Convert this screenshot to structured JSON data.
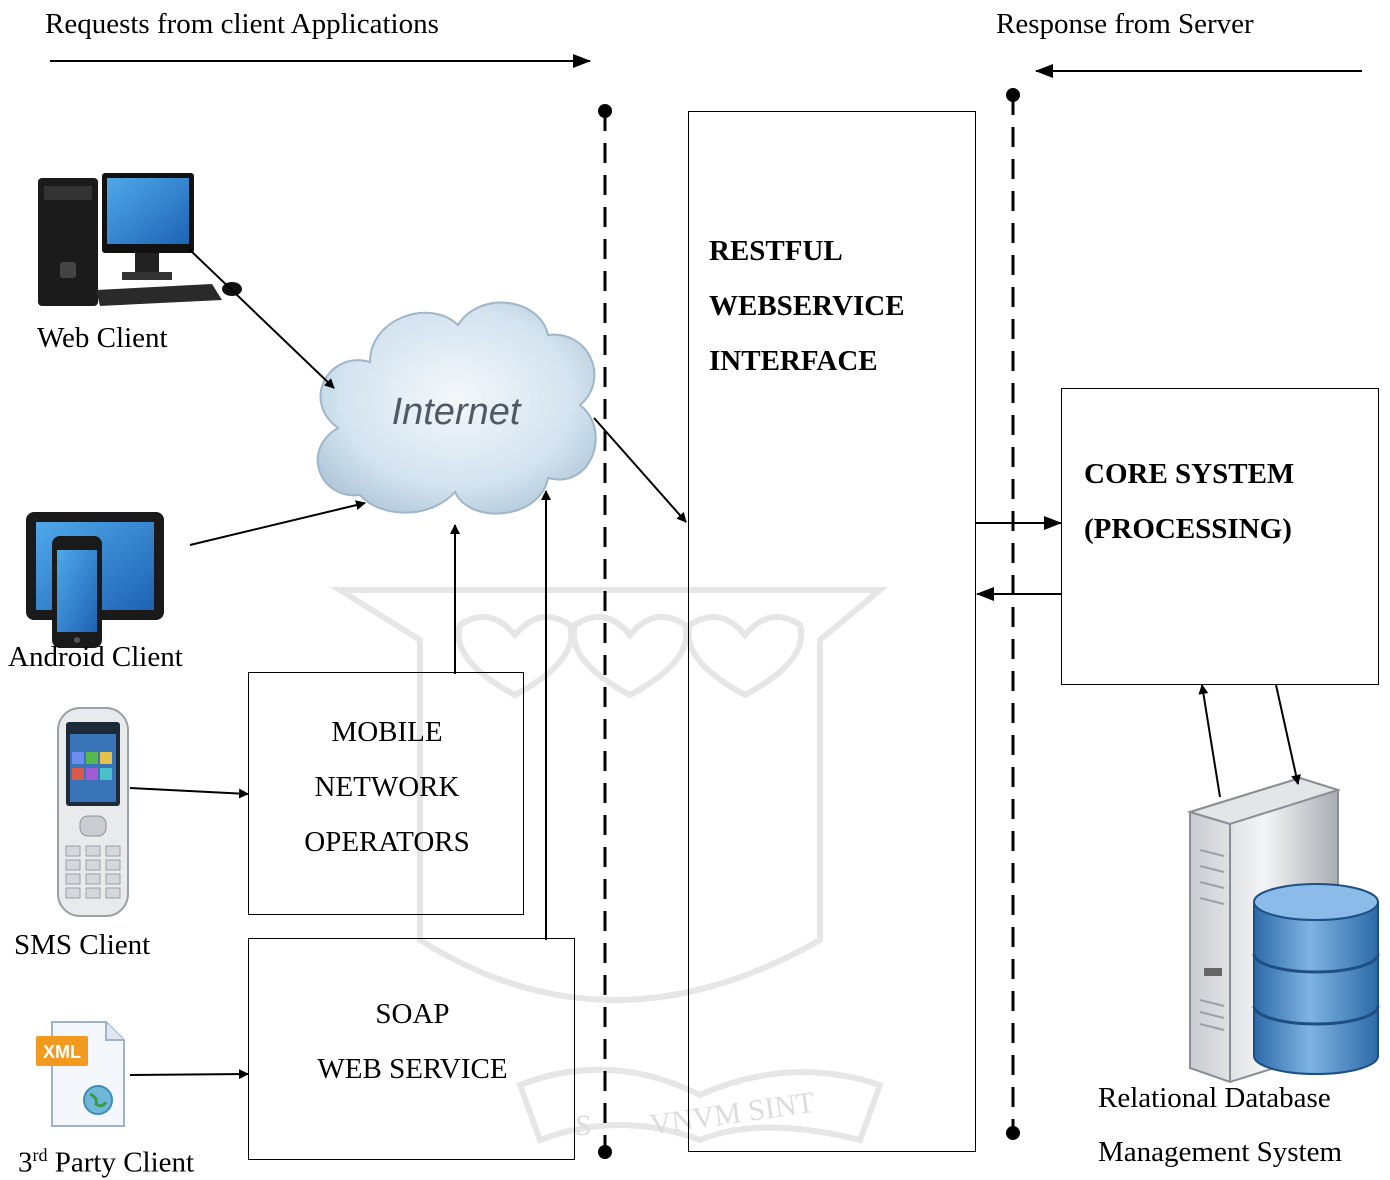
{
  "header": {
    "requests_label": "Requests from client Applications",
    "response_label": "Response from Server"
  },
  "clients": {
    "web": "Web Client",
    "android": "Android Client",
    "sms": "SMS Client",
    "third_party_prefix": "3",
    "third_party_sup": "rd",
    "third_party_suffix": " Party Client"
  },
  "internet": {
    "label": "Internet"
  },
  "boxes": {
    "mobile_network": [
      "MOBILE",
      "NETWORK",
      "OPERATORS"
    ],
    "soap": [
      "SOAP",
      "WEB SERVICE"
    ],
    "restful": [
      "RESTFUL",
      "WEBSERVICE",
      "INTERFACE"
    ],
    "core": [
      "CORE SYSTEM",
      "(PROCESSING)"
    ]
  },
  "database": {
    "line1": "Relational Database",
    "line2": "Management System"
  },
  "icons": {
    "xml_badge": "XML",
    "watermark_text": "VNVM SINT",
    "watermark_text_left": "S"
  },
  "colors": {
    "cloud_fill": "#d6e6f2",
    "screen_blue": "#2a7fd0",
    "db_blue": "#3d7fc4",
    "watermark": "#e9e9e9",
    "xml_orange": "#f29a1f"
  }
}
